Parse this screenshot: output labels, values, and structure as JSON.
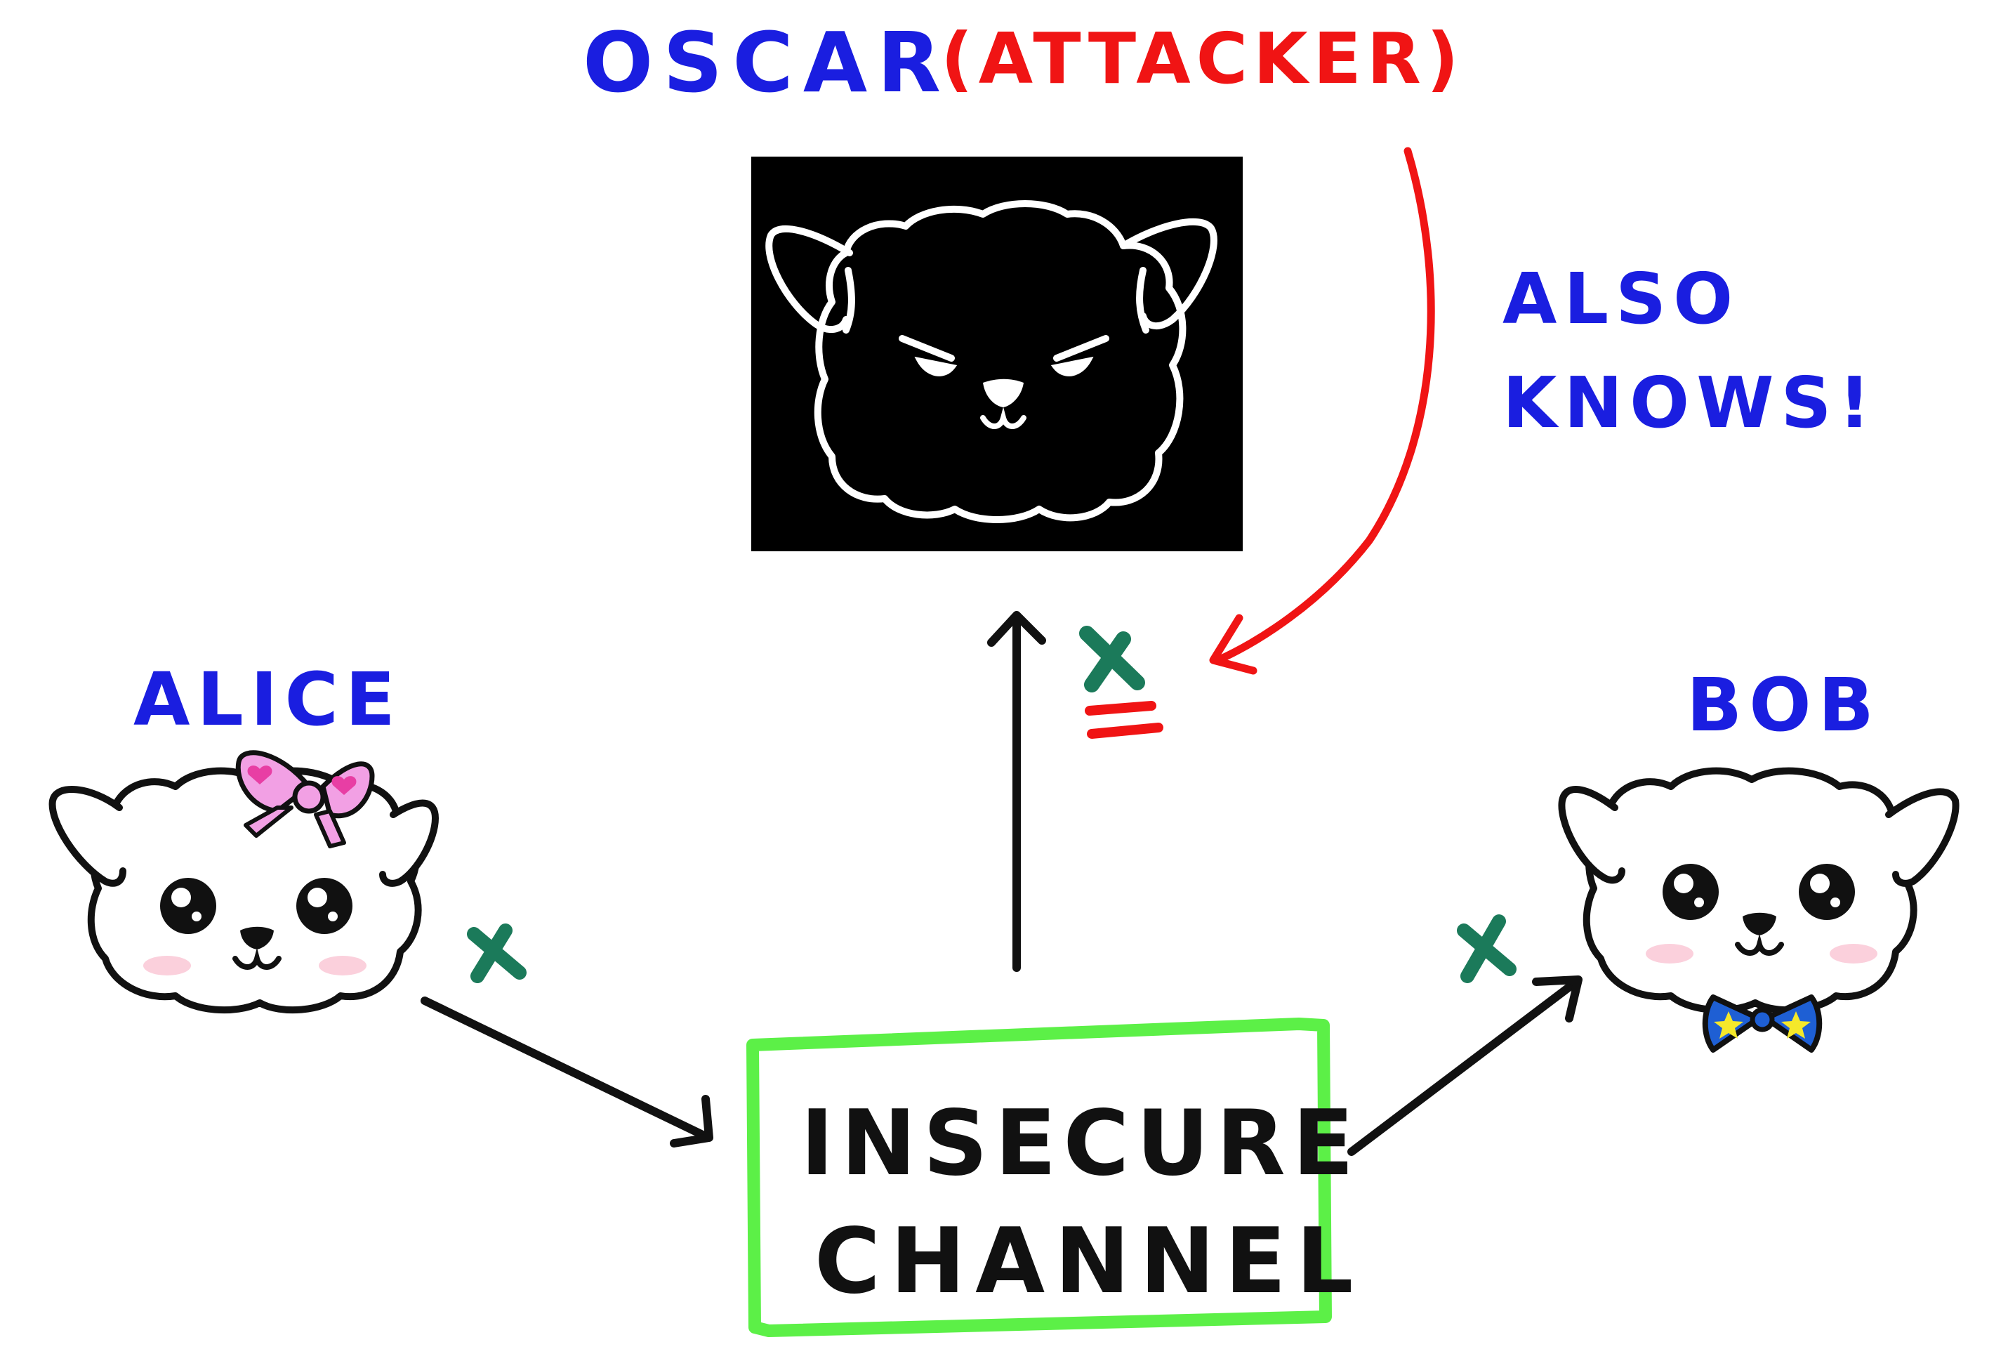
{
  "labels": {
    "oscar": "OSCAR",
    "attacker": "(ATTACKER)",
    "also": "ALSO",
    "knows": "KNOWS!",
    "alice": "ALICE",
    "bob": "BOB",
    "channel_line1": "INSECURE",
    "channel_line2": "CHANNEL",
    "message_symbol": "x"
  },
  "colors": {
    "name_blue": "#1a1ee0",
    "attacker_red": "#f01414",
    "channel_border_green": "#5cf047",
    "message_green": "#1b7a5a",
    "arrow_black": "#111111",
    "alice_bow_pink": "#f2a0e4",
    "bob_bowtie_blue": "#1e5fd4",
    "bob_bowtie_star": "#f5e82a",
    "blush_pink": "#fbd0dc",
    "oscar_panel": "#000000"
  },
  "icons": {
    "alice": "white-puppy-with-pink-bow-icon",
    "bob": "white-puppy-with-blue-bowtie-icon",
    "oscar": "black-puppy-angry-icon"
  }
}
